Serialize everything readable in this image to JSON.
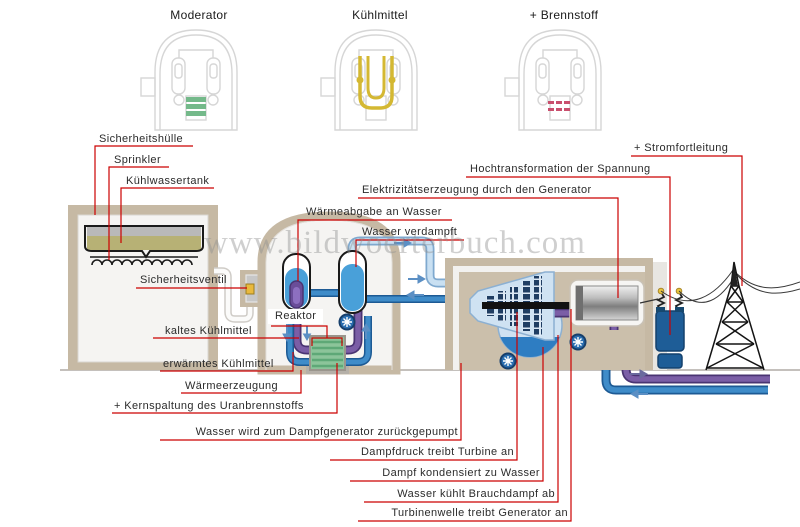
{
  "watermark": "www.bildwoerterbuch.com",
  "top_icons": [
    {
      "label": "Moderator",
      "color": "#74b98a"
    },
    {
      "label": "Kühlmittel",
      "color": "#d4b832"
    },
    {
      "label": "+ Brennstoff",
      "color": "#c94f6d"
    }
  ],
  "callouts": {
    "sicherheitshuelle": "Sicherheitshülle",
    "sprinkler": "Sprinkler",
    "kuehlwassertank": "Kühlwassertank",
    "sicherheitsventil": "Sicherheitsventil",
    "kaltes_kuehlmittel": "kaltes Kühlmittel",
    "erwaermtes_kuehlmittel": "erwärmtes Kühlmittel",
    "waermeerzeugung": "Wärmeerzeugung",
    "kernspaltung": "+ Kernspaltung des Uranbrennstoffs",
    "reaktor": "Reaktor",
    "waermeabgabe": "Wärmeabgabe an Wasser",
    "wasser_verdampft": "Wasser verdampft",
    "elektrizitaetserzeugung": "Elektrizitätserzeugung durch den Generator",
    "hochtransformation": "Hochtransformation der Spannung",
    "stromfortleitung": "+ Stromfortleitung",
    "wasser_zurueckgepumpt": "Wasser wird zum Dampfgenerator zurückgepumpt",
    "dampfdruck": "Dampfdruck treibt Turbine an",
    "dampf_kondensiert": "Dampf kondensiert zu Wasser",
    "wasser_kuehlt": "Wasser kühlt Brauchdampf ab",
    "turbinenwelle": "Turbinenwelle treibt Generator an"
  },
  "colors": {
    "callout_line": "#cc0000",
    "wall_tan": "#c6b9a4",
    "water_blue": "#3f8cc9",
    "steam_lightblue": "#c9e0f2",
    "hot_coolant_purple": "#7b5ea6",
    "reactor_green": "#8cc49a",
    "tank_khaki": "#b7b175",
    "valve_yellow": "#e9b93d"
  }
}
